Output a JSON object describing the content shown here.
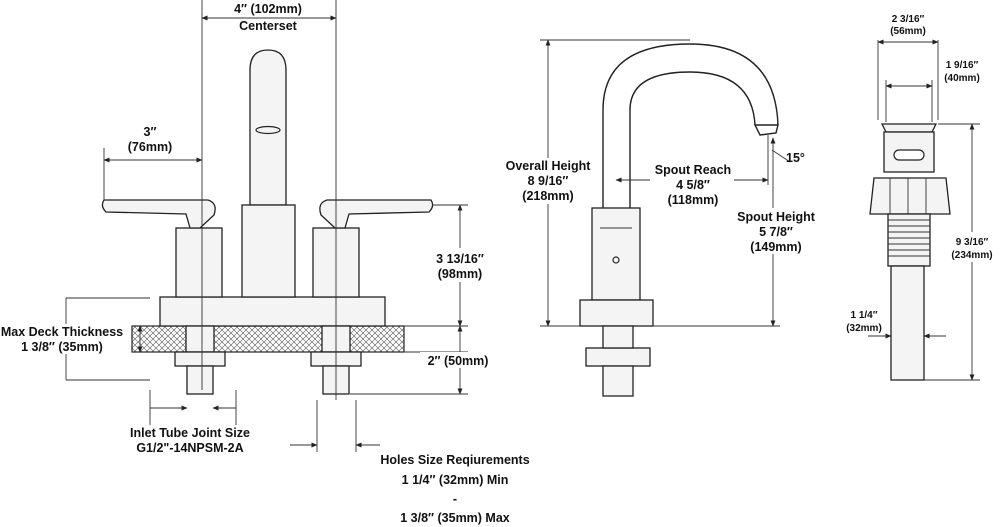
{
  "front": {
    "centerset_value": "4″ (102mm)",
    "centerset_label": "Centerset",
    "handle_reach_value": "3″",
    "handle_reach_mm": "(76mm)",
    "body_height_value": "3 13/16″",
    "body_height_mm": "(98mm)",
    "deck_label": "Max Deck Thickness",
    "deck_value": "1 3/8″  (35mm)",
    "shank_value": "2″ (50mm)",
    "inlet_label": "Inlet Tube Joint Size",
    "inlet_value": "G1/2\"-14NPSM-2A",
    "holes_label": "Holes Size Reqiurements",
    "holes_min": "1 1/4″  (32mm) Min",
    "holes_sep": "-",
    "holes_max": "1 3/8″  (35mm) Max"
  },
  "side": {
    "overall_label": "Overall Height",
    "overall_value": "8 9/16″",
    "overall_mm": "(218mm)",
    "reach_label": "Spout Reach",
    "reach_value": "4 5/8″",
    "reach_mm": "(118mm)",
    "spout_height_label": "Spout Height",
    "spout_height_value": "5 7/8″",
    "spout_height_mm": "(149mm)",
    "angle": "15°"
  },
  "drain": {
    "top_width_value": "2 3/16″",
    "top_width_mm": "(56mm)",
    "cap_value": "1 9/16″",
    "cap_mm": "(40mm)",
    "height_value": "9 3/16″",
    "height_mm": "(234mm)",
    "tube_value": "1 1/4″",
    "tube_mm": "(32mm)"
  }
}
